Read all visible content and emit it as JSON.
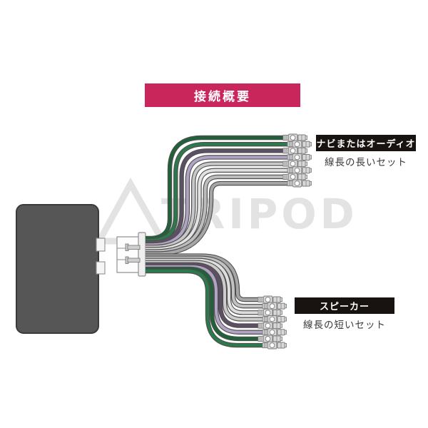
{
  "header": {
    "title": "接続概要",
    "bg": "#c9265c",
    "text_color": "#ffffff"
  },
  "watermark": {
    "text": "TRIPOD",
    "color": "#e3e3e3",
    "logo": "triangle-logo"
  },
  "device": {
    "fill": "#565656",
    "border": "#3a3a3a"
  },
  "connector": {
    "body_fill": "#fdfdfd",
    "bar_fill": "#efefef",
    "stroke": "#8f8f8f",
    "pin_fill": "#cfcfcf",
    "pin_stroke": "#7d7d7d",
    "tab_fill": "#f5f5f5"
  },
  "terminals": {
    "fill": "#d8d8d8",
    "stroke": "#7e7e7e",
    "ring_fill": "#ffffff",
    "count_top": 8,
    "count_bottom": 8
  },
  "wires": {
    "outline": "#4f4f4f",
    "stack_colors": [
      "#1f6138",
      "#2c7a4b",
      "#5d5064",
      "#b1a3c4",
      "#c8c8c8",
      "#e2e2e2",
      "#bdbdbd",
      "#a6a6a6",
      "#a6a6a6",
      "#c2c2c2",
      "#dedede",
      "#cccccc",
      "#5d5064",
      "#b1a3c4",
      "#1f6138",
      "#2c7a4b"
    ]
  },
  "labels": {
    "top": {
      "title": "ナビまたはオーディオ",
      "subtitle": "線長の長いセット",
      "bg": "#181210"
    },
    "bottom": {
      "title": "スピーカー",
      "subtitle": "線長の短いセット",
      "bg": "#181210"
    }
  }
}
